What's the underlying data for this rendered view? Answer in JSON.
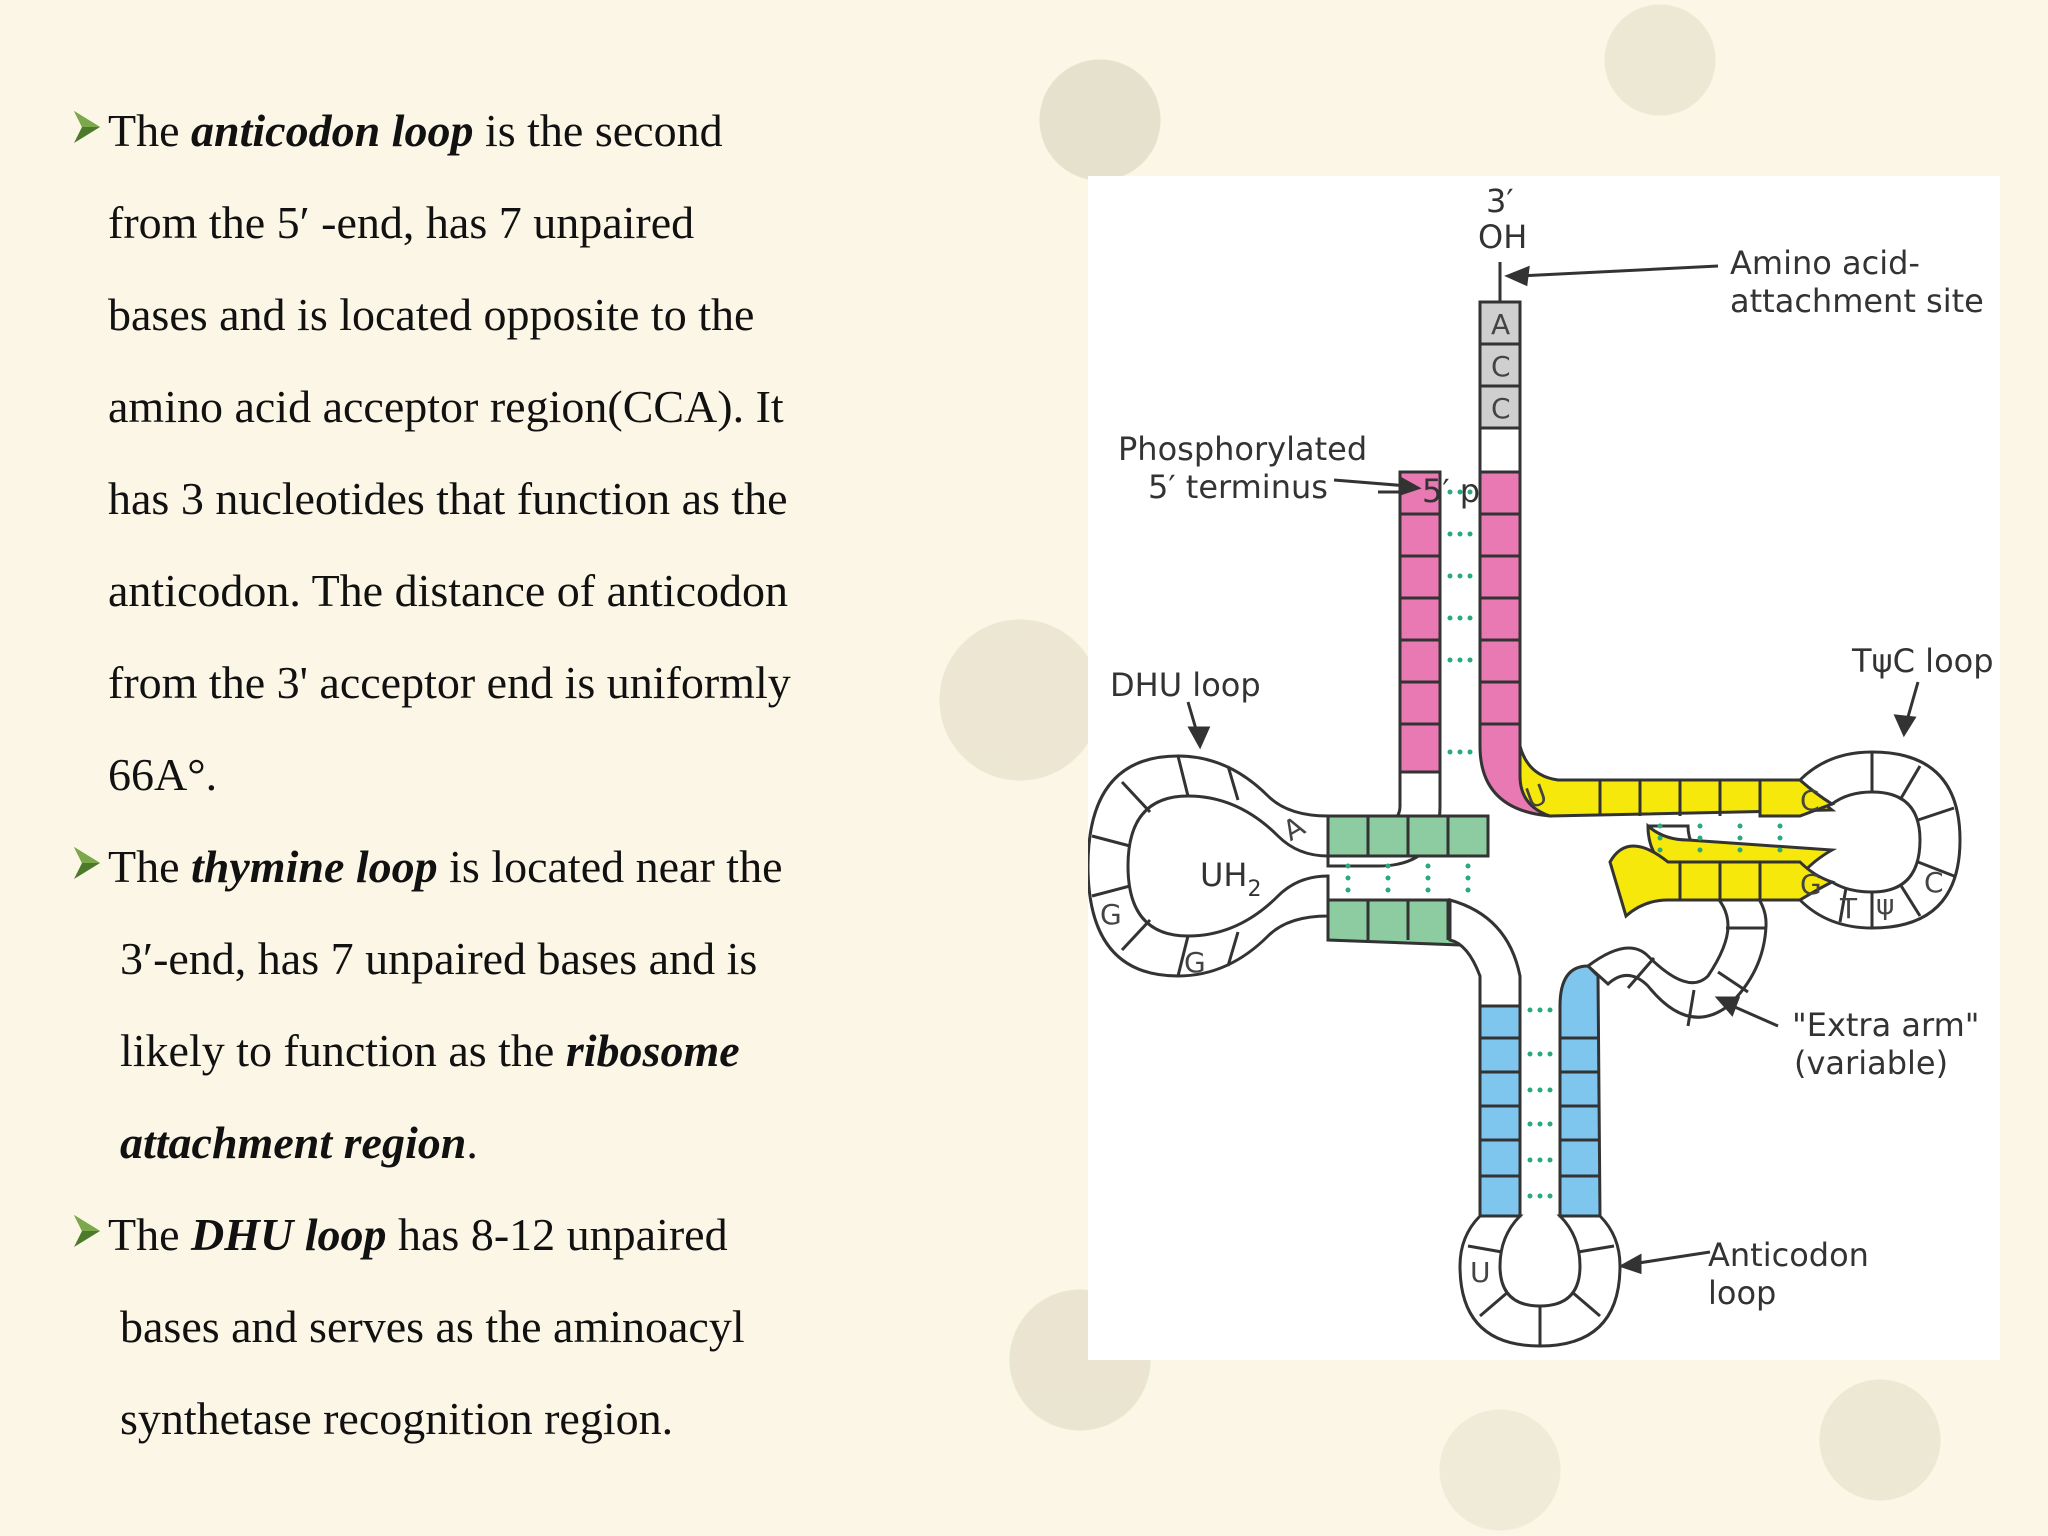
{
  "slide": {
    "paragraphs": [
      {
        "lines": [
          [
            {
              "t": "The "
            },
            {
              "t": "anticodon loop",
              "b": true
            },
            {
              "t": " is the second"
            }
          ],
          [
            {
              "t": "from the 5′ -end, has 7 unpaired"
            }
          ],
          [
            {
              "t": "bases and is located opposite to the"
            }
          ],
          [
            {
              "t": "amino acid acceptor region(CCA). It"
            }
          ],
          [
            {
              "t": "has 3 nucleotides that function as the"
            }
          ],
          [
            {
              "t": "anticodon. The distance of anticodon"
            }
          ],
          [
            {
              "t": "from the 3' acceptor end is uniformly"
            }
          ],
          [
            {
              "t": "66A°."
            }
          ]
        ]
      },
      {
        "lines": [
          [
            {
              "t": "The "
            },
            {
              "t": "thymine loop",
              "b": true
            },
            {
              "t": " is located near the"
            }
          ],
          [
            {
              "t": "3′-end, has 7 unpaired bases and is"
            }
          ],
          [
            {
              "t": "likely to function as the "
            },
            {
              "t": "ribosome",
              "b": true
            }
          ],
          [
            {
              "t": "attachment region",
              "b": true
            },
            {
              "t": "."
            }
          ]
        ]
      },
      {
        "lines": [
          [
            {
              "t": "The "
            },
            {
              "t": "DHU loop",
              "b": true
            },
            {
              "t": " has 8-12 unpaired"
            }
          ],
          [
            {
              "t": "bases and serves as the aminoacyl"
            }
          ],
          [
            {
              "t": "synthetase recognition region."
            }
          ]
        ]
      }
    ],
    "bullet_icon": "arrow-bullet-icon"
  },
  "diagram": {
    "labels": {
      "three_prime": "3′",
      "oh": "OH",
      "amino_site_1": "Amino acid-",
      "amino_site_2": "attachment site",
      "phos_1": "Phosphorylated",
      "phos_2": "5′ terminus",
      "five_p": "5′ p",
      "dhu_loop": "DHU loop",
      "tpsic_loop": "TψC loop",
      "uh2": "UH",
      "uh2_sub": "2",
      "extra_arm_1": "\"Extra arm\"",
      "extra_arm_2": "(variable)",
      "anticodon_1": "Anticodon",
      "anticodon_2": "loop"
    },
    "bases": {
      "cca_a": "A",
      "cca_c1": "C",
      "cca_c2": "C",
      "u_acceptor": "U",
      "a_dhu": "A",
      "g_dhu1": "G",
      "g_dhu2": "G",
      "c_t_top": "C",
      "g_t_bottom": "G",
      "t_loop": "T",
      "psi_loop": "ψ",
      "c_loop": "C",
      "u_anticodon": "U"
    },
    "colors": {
      "acceptor_stem": "#e879b3",
      "d_stem": "#8ccca0",
      "t_stem": "#f5e80a",
      "anticodon_stem": "#7fc6ee",
      "cca": "#cfcfcf",
      "hbond": "#2aaa7a"
    }
  }
}
